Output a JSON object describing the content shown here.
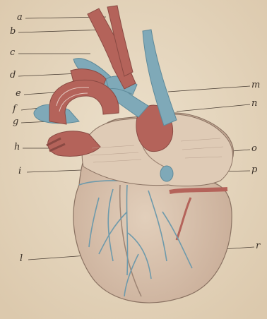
{
  "labels": {
    "a": "a",
    "b": "b",
    "c": "c",
    "d": "d",
    "e": "e",
    "f": "f",
    "g": "g",
    "h": "h",
    "i": "i",
    "l": "l",
    "m": "m",
    "n": "n",
    "o": "o",
    "p": "p",
    "r": "r"
  },
  "colors": {
    "paper": "#e6d8c1",
    "artery_red": "#b4635a",
    "vein_blue": "#7fa9b8",
    "heart_flesh": "#d8c2ae",
    "ink": "#3a3028"
  },
  "icons": [
    "anatomical-heart-illustration"
  ]
}
